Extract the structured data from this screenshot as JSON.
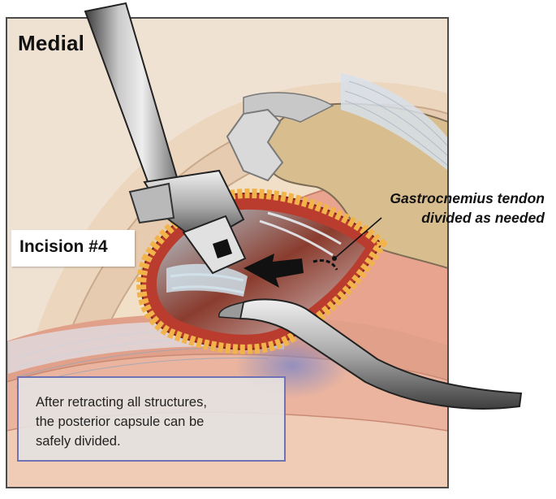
{
  "labels": {
    "orientation": "Medial",
    "incision": "Incision #4",
    "tendon_line1": "Gastrocnemius tendon",
    "tendon_line2": "divided as needed",
    "note": "After retracting all structures,\nthe posterior capsule can be\nsafely divided."
  },
  "colors": {
    "skin": "#e8ccb0",
    "muscle": "#e4a493",
    "bone": "#d9bf90",
    "fat": "#f2b44a",
    "frame": "#4b4b4b",
    "note_border": "#6f73b6"
  }
}
